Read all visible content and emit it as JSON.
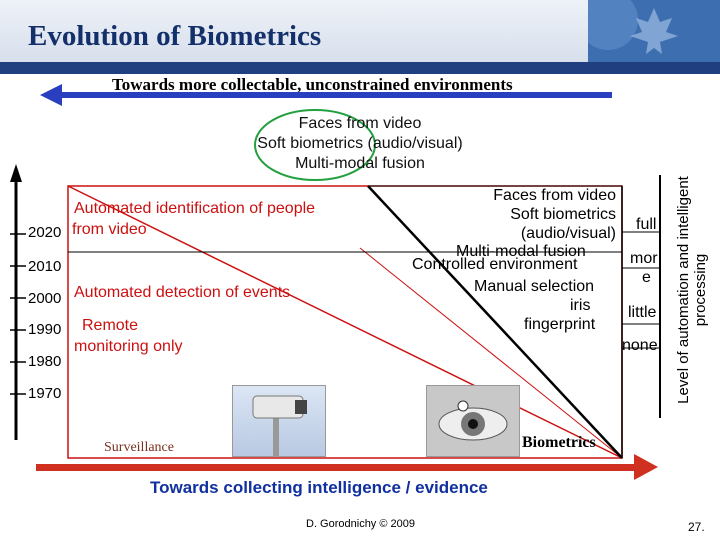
{
  "header": {
    "title": "Evolution of Biometrics"
  },
  "top_arrow_label": "Towards more collectable, unconstrained environments",
  "ellipse_lines": [
    "Faces from video",
    "Soft biometrics (audio/visual)",
    "Multi-modal fusion"
  ],
  "surveillance": {
    "label": "Surveillance",
    "items": [
      "Automated identification of people",
      "from video",
      "Automated detection of events",
      "Remote",
      "monitoring only"
    ]
  },
  "years": [
    "2020",
    "2010",
    "2000",
    "1990",
    "1980",
    "1970"
  ],
  "biometrics": {
    "label": "Biometrics",
    "lines": [
      "Faces from video",
      "Soft biometrics",
      "(audio/visual)",
      "Multi-modal fusion",
      "Controlled environment",
      "Manual selection",
      "iris",
      "fingerprint"
    ]
  },
  "automation_levels": [
    "full",
    "mor",
    "e",
    "little",
    "none"
  ],
  "vertical_label": [
    "Level of automation and intelligent",
    "processing"
  ],
  "bottom_arrow_label": "Towards collecting intelligence / evidence",
  "footer": {
    "author": "D. Gorodnichy © 2009",
    "page": "27."
  },
  "colors": {
    "accent_blue": "#1f3f80",
    "arrow_blue": "#2a3fc0",
    "red_text": "#cc1010",
    "line_red": "#cc1010"
  }
}
